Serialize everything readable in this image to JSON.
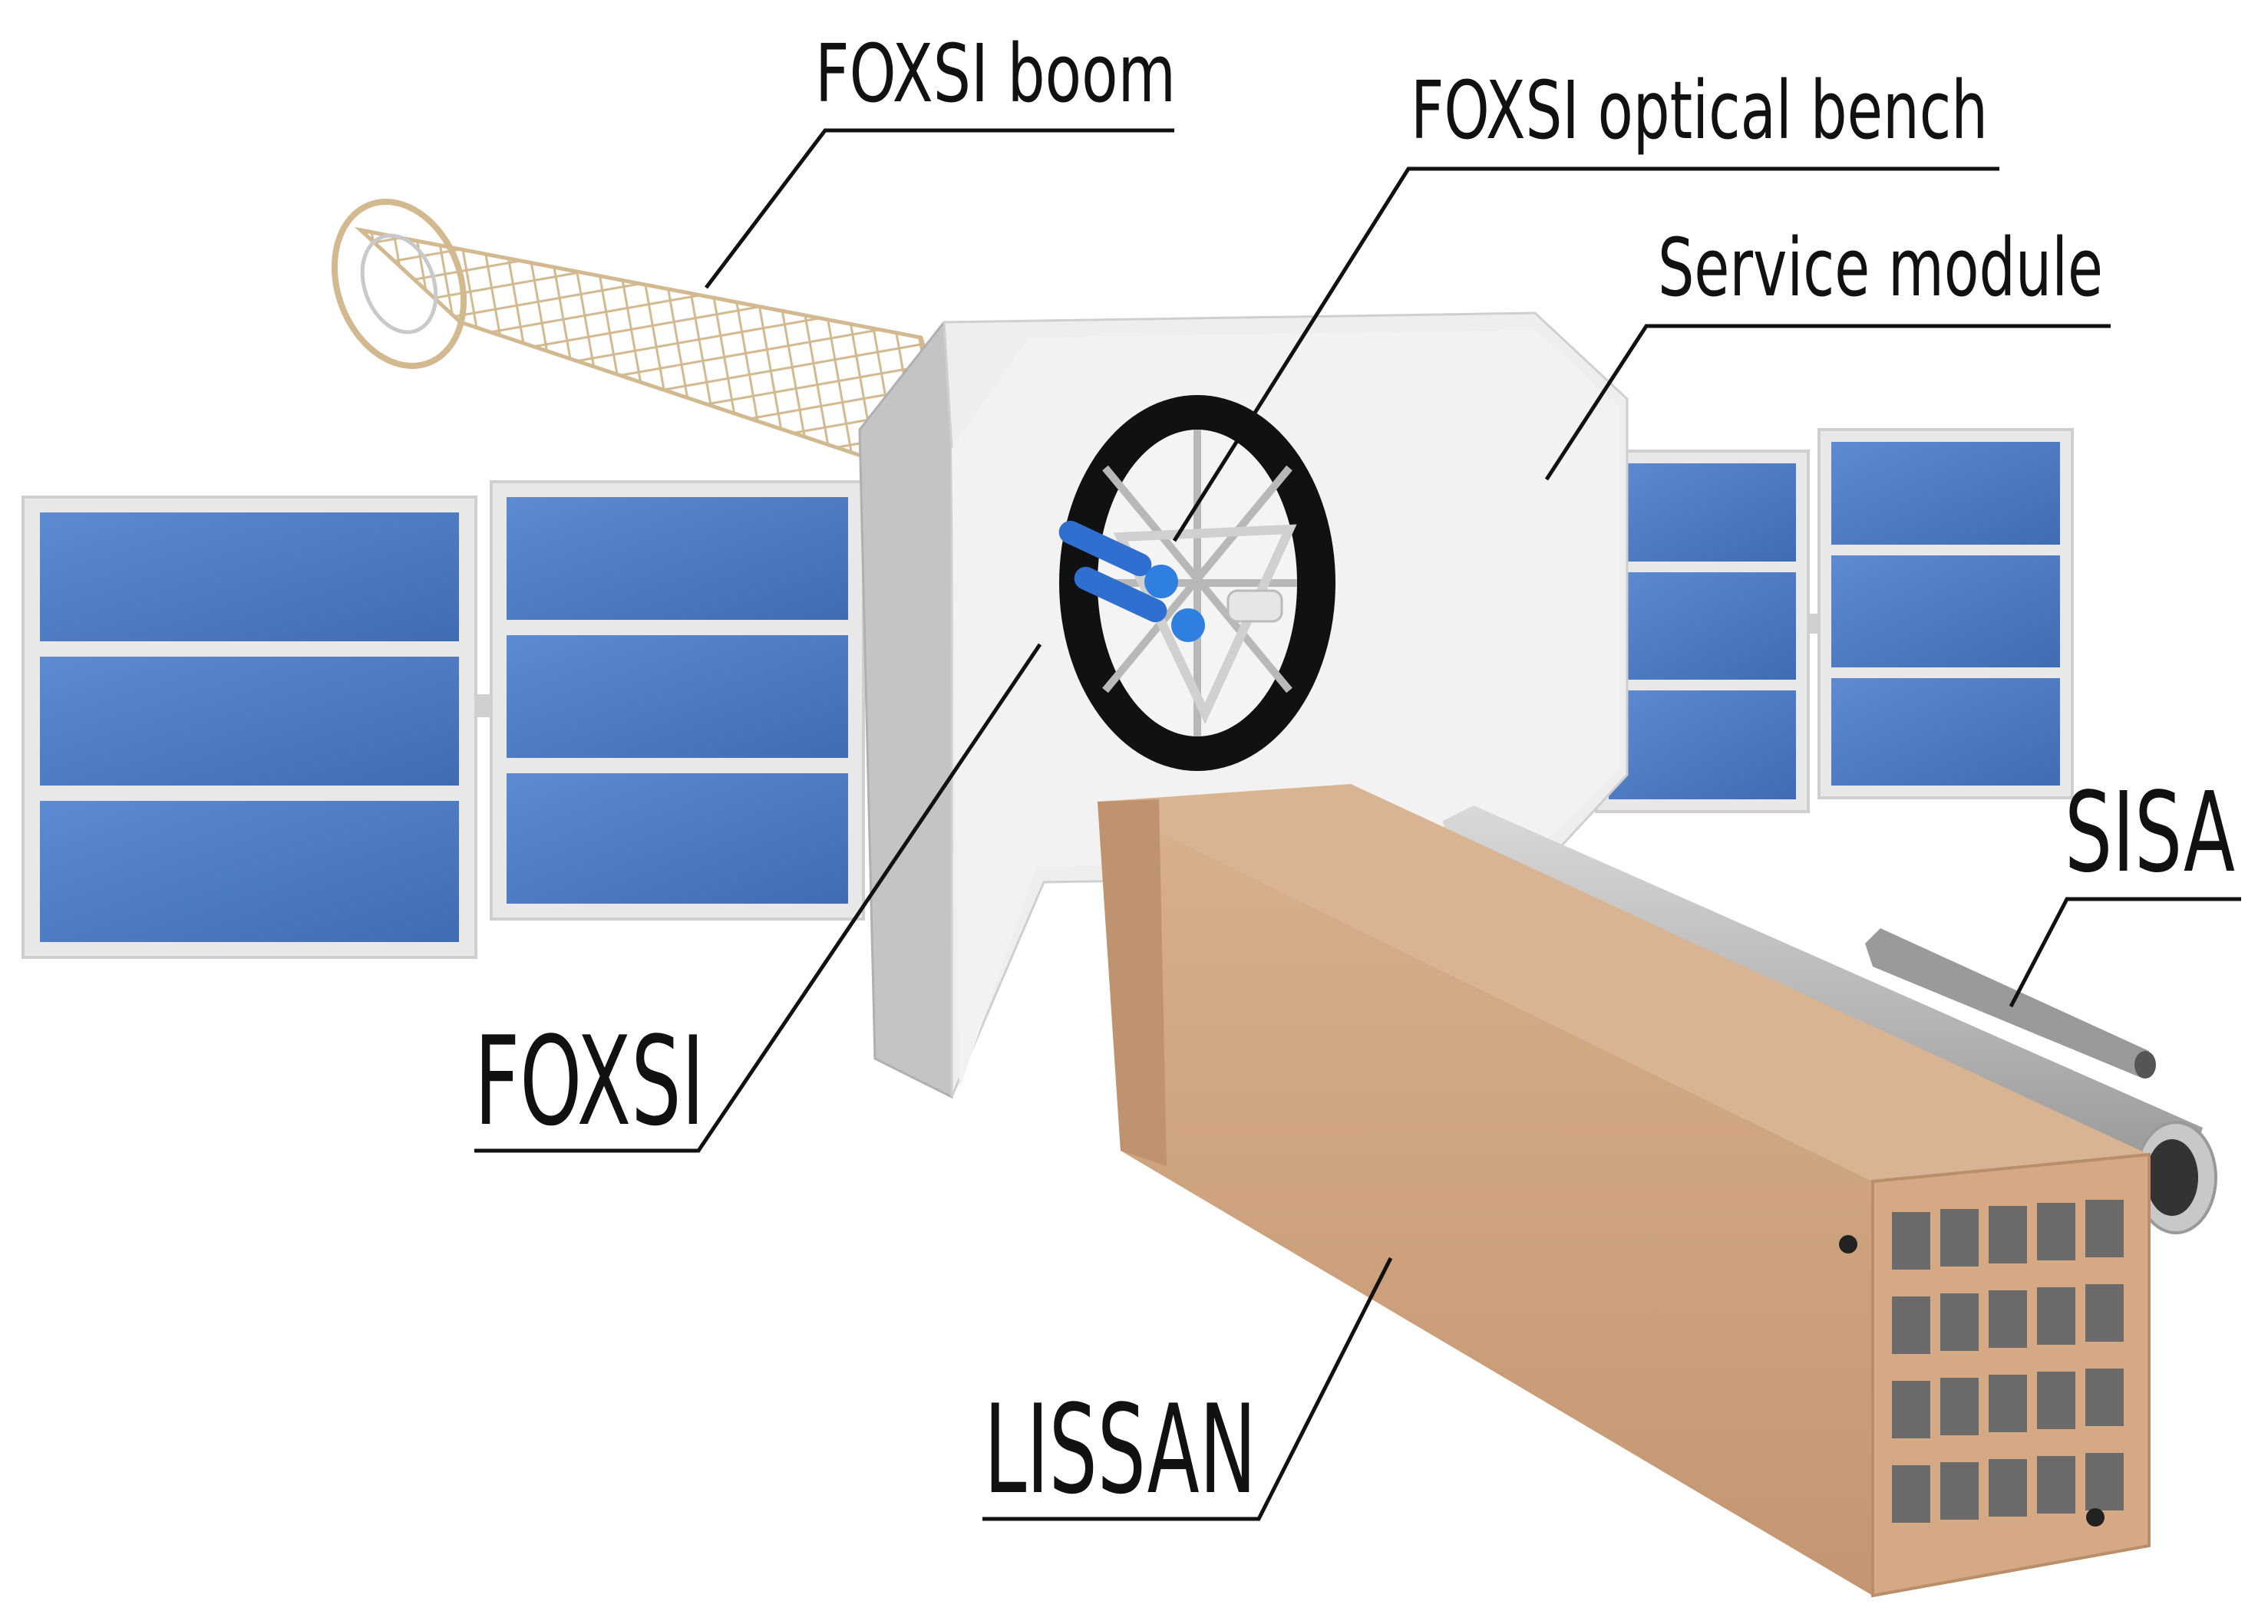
{
  "labels": {
    "foxsi_boom": "FOXSI boom",
    "foxsi_optical_bench": "FOXSI optical bench",
    "service_module": "Service module",
    "sisa": "SISA",
    "foxsi": "FOXSI",
    "lissan": "LISSAN"
  },
  "colors": {
    "solar_panel": "#4a78bf",
    "solar_frame": "#e4e4e4",
    "service_module": "#ececec",
    "lissan": "#cda27e",
    "foxsi_lens": "#2f7fe0",
    "boom": "#d6c2a0"
  }
}
